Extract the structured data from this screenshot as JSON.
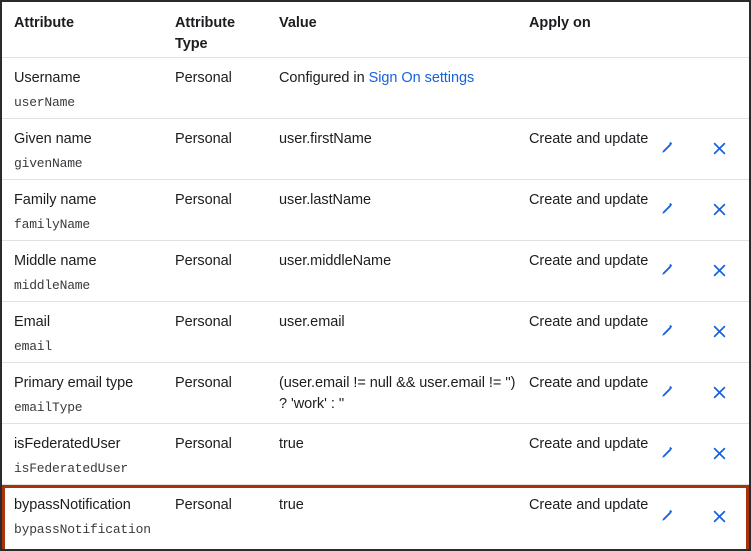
{
  "table": {
    "columns": [
      {
        "key": "attribute",
        "label": "Attribute"
      },
      {
        "key": "attribute_type",
        "label": "Attribute Type"
      },
      {
        "key": "value",
        "label": "Value"
      },
      {
        "key": "apply_on",
        "label": "Apply on"
      }
    ],
    "rows": [
      {
        "attribute_name": "Username",
        "attribute_id": "userName",
        "attribute_type": "Personal",
        "value_prefix": "Configured in ",
        "value_link": "Sign On settings",
        "apply_on": "",
        "has_actions": false,
        "highlighted": false
      },
      {
        "attribute_name": "Given name",
        "attribute_id": "givenName",
        "attribute_type": "Personal",
        "value": "user.firstName",
        "apply_on": "Create and update",
        "has_actions": true,
        "highlighted": false
      },
      {
        "attribute_name": "Family name",
        "attribute_id": "familyName",
        "attribute_type": "Personal",
        "value": "user.lastName",
        "apply_on": "Create and update",
        "has_actions": true,
        "highlighted": false
      },
      {
        "attribute_name": "Middle name",
        "attribute_id": "middleName",
        "attribute_type": "Personal",
        "value": "user.middleName",
        "apply_on": "Create and update",
        "has_actions": true,
        "highlighted": false
      },
      {
        "attribute_name": "Email",
        "attribute_id": "email",
        "attribute_type": "Personal",
        "value": "user.email",
        "apply_on": "Create and update",
        "has_actions": true,
        "highlighted": false
      },
      {
        "attribute_name": "Primary email type",
        "attribute_id": "emailType",
        "attribute_type": "Personal",
        "value": "(user.email != null && user.email != '') ? 'work' : ''",
        "apply_on": "Create and update",
        "has_actions": true,
        "highlighted": false
      },
      {
        "attribute_name": "isFederatedUser",
        "attribute_id": "isFederatedUser",
        "attribute_type": "Personal",
        "value": "true",
        "apply_on": "Create and update",
        "has_actions": true,
        "highlighted": false
      },
      {
        "attribute_name": "bypassNotification",
        "attribute_id": "bypassNotification",
        "attribute_type": "Personal",
        "value": "true",
        "apply_on": "Create and update",
        "has_actions": true,
        "highlighted": true
      }
    ],
    "actions": {
      "edit_icon": "pencil-icon",
      "delete_icon": "close-icon"
    }
  },
  "colors": {
    "link": "#1662dd",
    "icon": "#1662dd",
    "highlight_border": "#a8320e",
    "row_divider": "#dfe1e2",
    "text": "#1d1d21"
  }
}
